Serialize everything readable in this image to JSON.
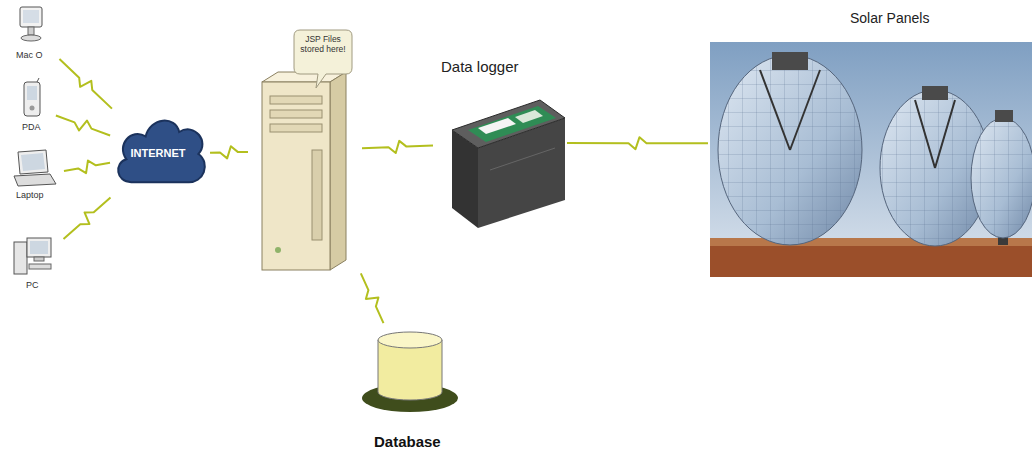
{
  "diagram": {
    "nodes": [
      {
        "text": [
          "Mac O"
        ]
      },
      {
        "text": [
          "PDA"
        ]
      },
      {
        "text": [
          "Laptop"
        ]
      },
      {
        "text": [
          "PC"
        ]
      },
      {
        "text": [
          "INTERNET"
        ]
      },
      {
        "text": [
          "JSP Files stored here!"
        ]
      },
      {
        "text": [
          "Data logger"
        ]
      },
      {
        "text": [
          "Solar Panels"
        ]
      },
      {
        "text": [
          "Database"
        ]
      }
    ],
    "edges": [
      {
        "from": 0,
        "to": 4,
        "arrow": "none"
      },
      {
        "from": 1,
        "to": 4,
        "arrow": "none"
      },
      {
        "from": 2,
        "to": 4,
        "arrow": "none"
      },
      {
        "from": 3,
        "to": 4,
        "arrow": "none"
      },
      {
        "from": 4,
        "to": 5,
        "arrow": "none"
      },
      {
        "from": 5,
        "to": 6,
        "arrow": "none"
      },
      {
        "from": 6,
        "to": 7,
        "arrow": "none"
      },
      {
        "from": 5,
        "to": 8,
        "arrow": "none"
      }
    ]
  }
}
